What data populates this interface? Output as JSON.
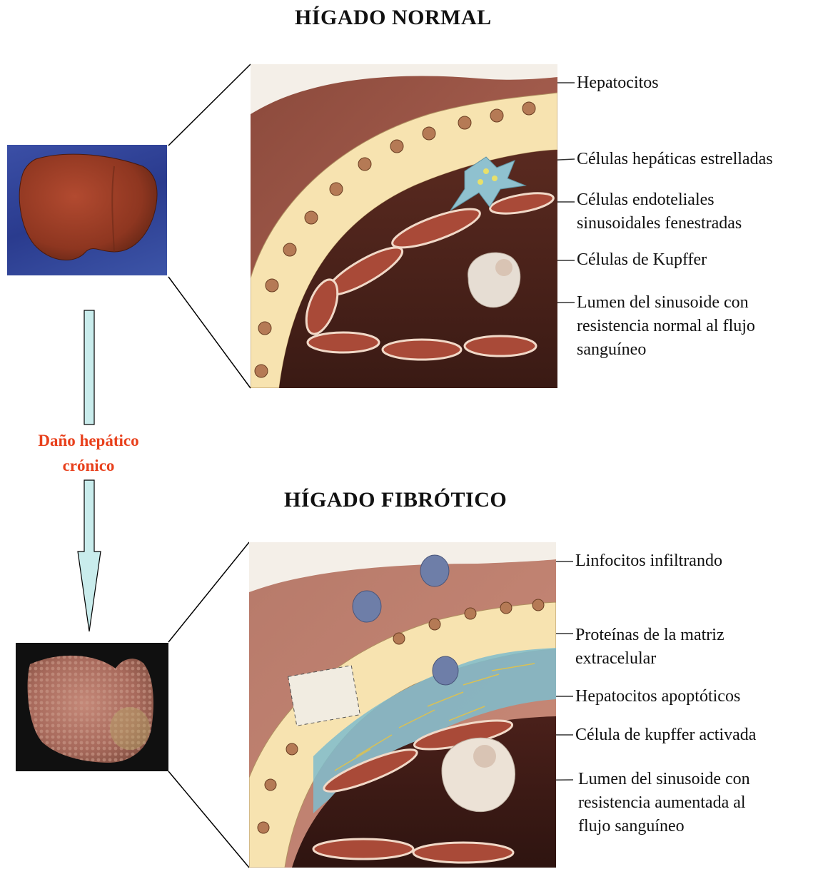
{
  "titles": {
    "normal": "HÍGADO NORMAL",
    "fibrotic": "HÍGADO FIBRÓTICO"
  },
  "arrow_label": [
    "Daño hepático",
    "crónico"
  ],
  "normal_labels": [
    {
      "lines": [
        "Hepatocitos"
      ]
    },
    {
      "lines": [
        "Células hepáticas estrelladas"
      ]
    },
    {
      "lines": [
        "Células endoteliales",
        "sinusoidales fenestradas"
      ]
    },
    {
      "lines": [
        "Células de Kupffer"
      ]
    },
    {
      "lines": [
        "Lumen del sinusoide con",
        "resistencia normal al flujo",
        "sanguíneo"
      ]
    }
  ],
  "fibrotic_labels": [
    {
      "lines": [
        "Linfocitos infiltrando"
      ]
    },
    {
      "lines": [
        "Proteínas de la matriz",
        "extracelular"
      ]
    },
    {
      "lines": [
        "Hepatocitos apoptóticos"
      ]
    },
    {
      "lines": [
        "Célula de kupffer activada"
      ]
    },
    {
      "lines": [
        "Lumen del sinusoide con",
        "resistencia aumentada al",
        "flujo sanguíneo"
      ]
    }
  ],
  "colors": {
    "arrow_fill": "#c9ecec",
    "arrow_text": "#e8401c",
    "hepatocyte": "#f7e3b0",
    "tissue": "#a9584c",
    "stellate": "#8fc1cf",
    "liver_normal": "#a0412a",
    "liver_fibrotic": "#b0786a"
  }
}
